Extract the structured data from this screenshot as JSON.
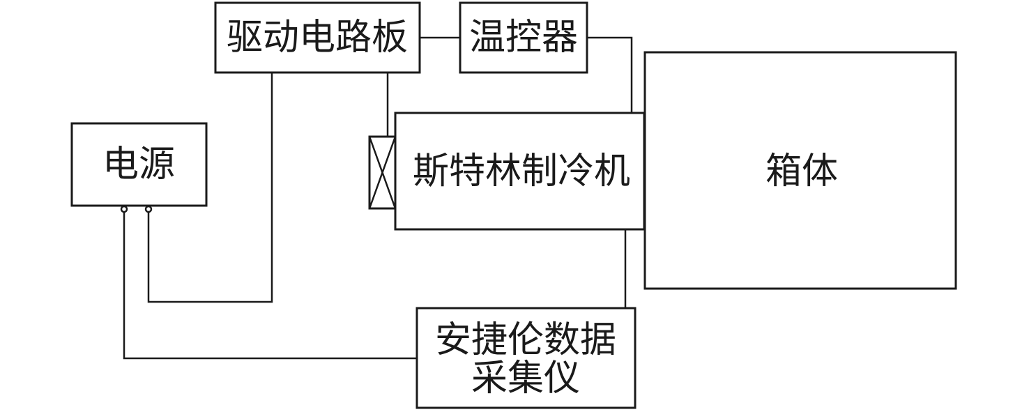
{
  "blocks": {
    "drive_board": "驱动电路板",
    "thermostat": "温控器",
    "power_supply": "电源",
    "stirling_cooler": "斯特林制冷机",
    "cabinet": "箱体",
    "data_acquisition": {
      "line1": "安捷伦数据",
      "line2": "采集仪"
    }
  }
}
